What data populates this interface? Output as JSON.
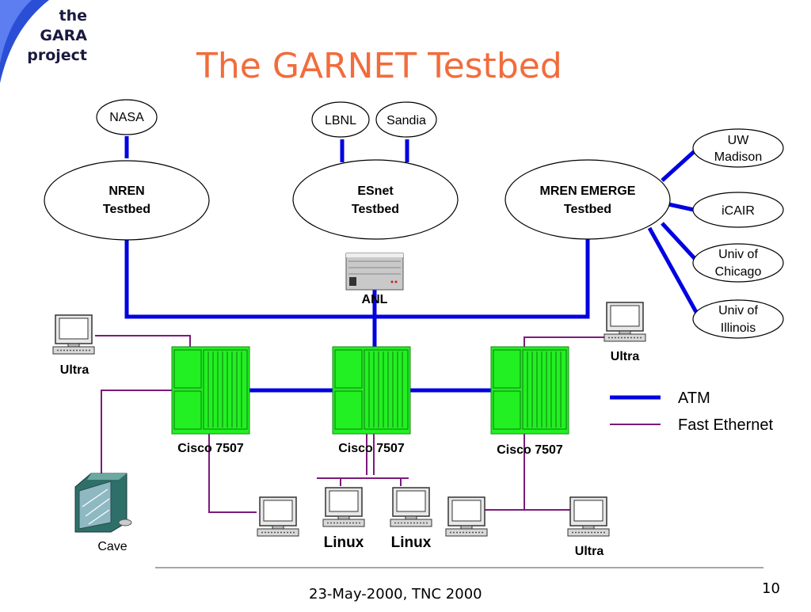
{
  "logo": {
    "line1": "the",
    "line2": "GARA",
    "line3": "project"
  },
  "title": "The GARNET Testbed",
  "sites": {
    "nasa": "NASA",
    "lbnl": "LBNL",
    "sandia": "Sandia"
  },
  "testbeds": {
    "nren": [
      "NREN",
      "Testbed"
    ],
    "esnet": [
      "ESnet",
      "Testbed"
    ],
    "mren": [
      "MREN EMERGE",
      "Testbed"
    ]
  },
  "mren_sites": {
    "uw": [
      "UW",
      "Madison"
    ],
    "icair": "iCAIR",
    "uchicago": [
      "Univ of",
      "Chicago"
    ],
    "uillinois": [
      "Univ of",
      "Illinois"
    ]
  },
  "anl": "ANL",
  "routers": {
    "left": "Cisco 7507",
    "center": "Cisco 7507",
    "right": "Cisco 7507"
  },
  "hosts": {
    "ultra_left": "Ultra",
    "ultra_right": "Ultra",
    "ultra_bottom": "Ultra",
    "linux1": "Linux",
    "linux2": "Linux",
    "cave": "Cave"
  },
  "legend": {
    "atm": "ATM",
    "fast_ethernet": "Fast Ethernet"
  },
  "colors": {
    "atm": "#0000e0",
    "fast_ethernet": "#7b1a7b",
    "router": "#22f022",
    "title": "#f26c3c",
    "logo_blue": "#2a4fd6"
  },
  "footer": "23-May-2000, TNC 2000",
  "page_number": "10"
}
